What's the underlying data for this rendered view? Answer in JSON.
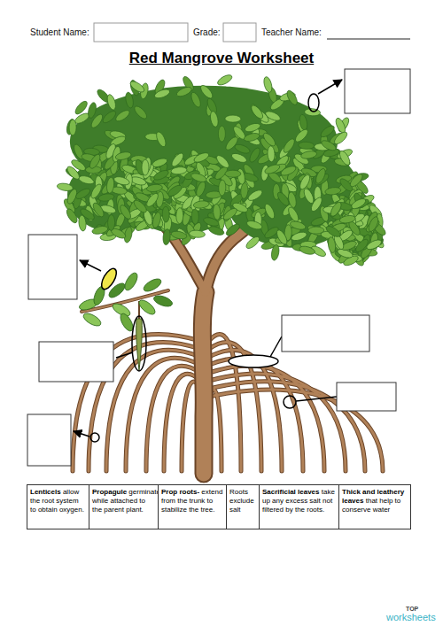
{
  "diagram": {
    "title": "Red Mangrove Worksheet",
    "nodes": [
      {
        "text": [
          "Lenticels",
          "allow the root system to obtain oxygen."
        ]
      },
      {
        "text": [
          "Propagule",
          "germinates while attached to the parent plant."
        ]
      },
      {
        "text": [
          "Prop roots-",
          "extend from the trunk to stabilize the tree."
        ]
      },
      {
        "text": [
          "Roots exclude salt"
        ]
      },
      {
        "text": [
          "Sacrificial leaves",
          "take up any excess salt not filtered by the roots."
        ]
      },
      {
        "text": [
          "Thick and leathery leaves",
          "that help to conserve water"
        ]
      }
    ],
    "edges": [],
    "labels": [
      "Student Name:",
      "Grade:",
      "Teacher Name:",
      "TOP",
      "worksheets"
    ]
  }
}
